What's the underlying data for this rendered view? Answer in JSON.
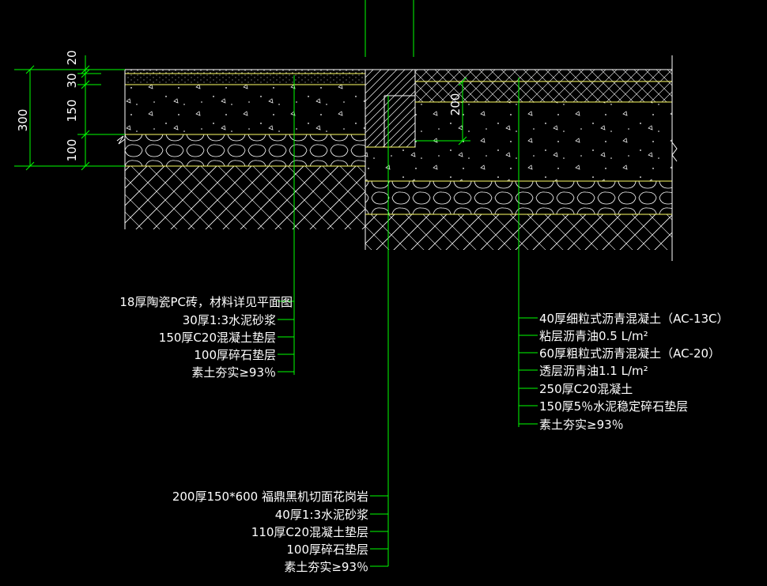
{
  "colors": {
    "background": "#000000",
    "section_line": "#ffffff",
    "leader_line": "#00ff00",
    "layer_boundary": "#ffff66",
    "text": "#ffffff"
  },
  "dimensions": {
    "left_total": "300",
    "left_layers": [
      "20",
      "30",
      "150",
      "100"
    ],
    "road_depth": "200"
  },
  "left_callouts": [
    "18厚陶瓷PC砖，材料详见平面图",
    "30厚1:3水泥砂浆",
    "150厚C20混凝土垫层",
    "100厚碎石垫层",
    "素土夯实≥93％"
  ],
  "right_callouts": [
    "40厚细粒式沥青混凝土（AC-13C）",
    "粘层沥青油0.5 L/m²",
    "60厚粗粒式沥青混凝土（AC-20）",
    "透层沥青油1.1 L/m²",
    "250厚C20混凝土",
    "150厚5％水泥稳定碎石垫层",
    "素土夯实≥93％"
  ],
  "curb_callouts": [
    "200厚150*600  福鼎黑机切面花岗岩",
    "40厚1:3水泥砂浆",
    "110厚C20混凝土垫层",
    "100厚碎石垫层",
    "素土夯实≥93％"
  ]
}
